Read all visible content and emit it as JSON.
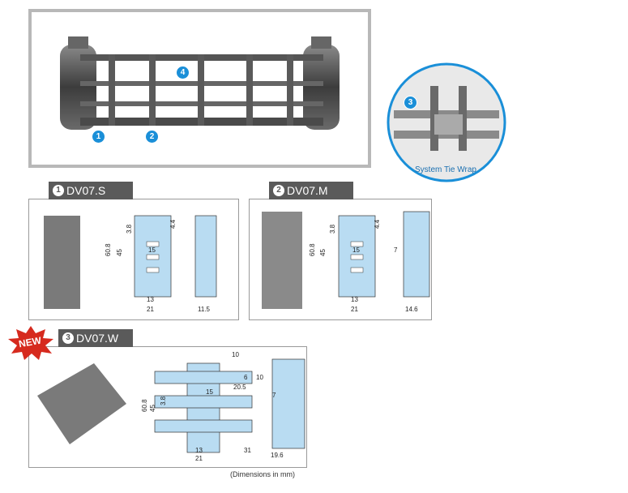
{
  "hero": {
    "callouts": [
      "1",
      "2",
      "4"
    ]
  },
  "detail": {
    "callout": "3",
    "label": "System Tie Wrap"
  },
  "products": [
    {
      "num": "1",
      "name": "DV07.S",
      "dims": {
        "total": "60.8",
        "inner": "45",
        "top": "3.8",
        "right": "4.4",
        "slot": "15",
        "bottom": "13",
        "width": "21",
        "depth": "11.5"
      }
    },
    {
      "num": "2",
      "name": "DV07.M",
      "dims": {
        "total": "60.8",
        "inner": "45",
        "top": "3.8",
        "right": "4.4",
        "slot": "15",
        "bottom": "13",
        "width": "21",
        "depth": "14.6",
        "web": "7"
      }
    },
    {
      "num": "3",
      "name": "DV07.W",
      "badge": "NEW",
      "dims": {
        "total": "60.8",
        "inner": "45",
        "top": "3.8",
        "slot": "15",
        "bottom": "13",
        "width": "21",
        "arm": "31",
        "a": "10",
        "b": "6",
        "c": "10",
        "d": "20.5",
        "depth": "19.6",
        "web": "7"
      }
    }
  ],
  "footnote": "(Dimensions in mm)",
  "colors": {
    "accent": "#1a8fd8",
    "part": "#b9dcf2",
    "tab": "#5a5a5a",
    "frame": "#b8b8b8"
  }
}
